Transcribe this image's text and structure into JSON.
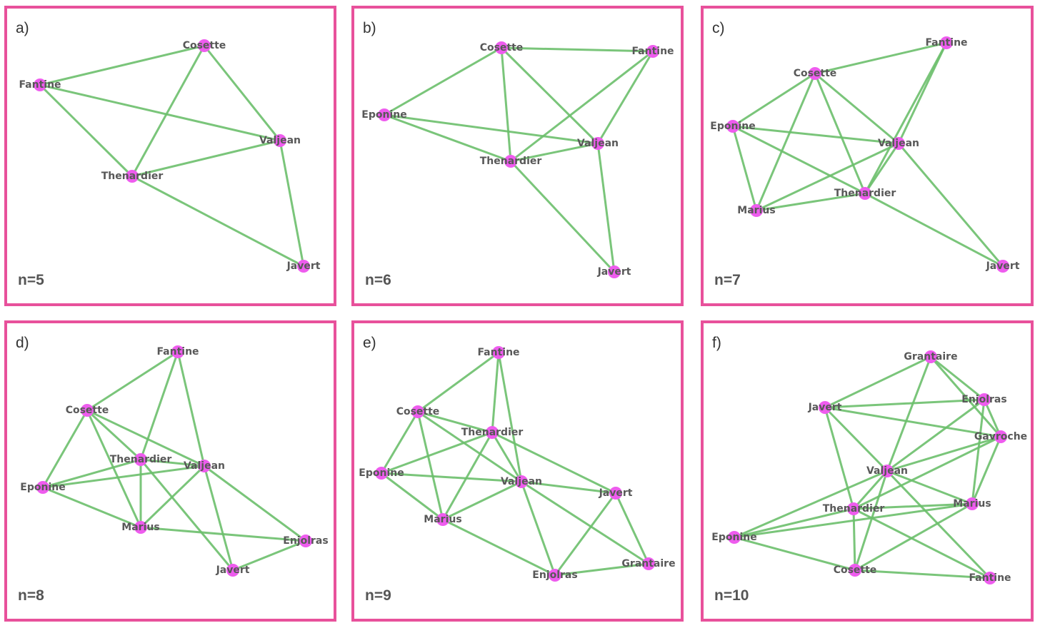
{
  "panels": [
    {
      "label": "a)",
      "count_label": "n=5",
      "nodes": [
        "Cosette",
        "Fantine",
        "Valjean",
        "Thenardier",
        "Javert"
      ],
      "edges": [
        [
          "Fantine",
          "Cosette"
        ],
        [
          "Fantine",
          "Valjean"
        ],
        [
          "Fantine",
          "Thenardier"
        ],
        [
          "Cosette",
          "Thenardier"
        ],
        [
          "Cosette",
          "Valjean"
        ],
        [
          "Thenardier",
          "Valjean"
        ],
        [
          "Thenardier",
          "Javert"
        ],
        [
          "Valjean",
          "Javert"
        ]
      ]
    },
    {
      "label": "b)",
      "count_label": "n=6",
      "nodes": [
        "Cosette",
        "Fantine",
        "Eponine",
        "Valjean",
        "Thenardier",
        "Javert"
      ],
      "edges": [
        [
          "Cosette",
          "Fantine"
        ],
        [
          "Cosette",
          "Eponine"
        ],
        [
          "Cosette",
          "Thenardier"
        ],
        [
          "Cosette",
          "Valjean"
        ],
        [
          "Fantine",
          "Thenardier"
        ],
        [
          "Fantine",
          "Valjean"
        ],
        [
          "Eponine",
          "Valjean"
        ],
        [
          "Eponine",
          "Thenardier"
        ],
        [
          "Thenardier",
          "Valjean"
        ],
        [
          "Thenardier",
          "Javert"
        ],
        [
          "Valjean",
          "Javert"
        ]
      ]
    },
    {
      "label": "c)",
      "count_label": "n=7",
      "nodes": [
        "Fantine",
        "Cosette",
        "Eponine",
        "Valjean",
        "Thenardier",
        "Marius",
        "Javert"
      ],
      "edges": [
        [
          "Cosette",
          "Fantine"
        ],
        [
          "Cosette",
          "Eponine"
        ],
        [
          "Cosette",
          "Valjean"
        ],
        [
          "Cosette",
          "Thenardier"
        ],
        [
          "Cosette",
          "Marius"
        ],
        [
          "Fantine",
          "Valjean"
        ],
        [
          "Fantine",
          "Thenardier"
        ],
        [
          "Eponine",
          "Valjean"
        ],
        [
          "Eponine",
          "Thenardier"
        ],
        [
          "Eponine",
          "Marius"
        ],
        [
          "Valjean",
          "Marius"
        ],
        [
          "Valjean",
          "Thenardier"
        ],
        [
          "Thenardier",
          "Marius"
        ],
        [
          "Thenardier",
          "Javert"
        ],
        [
          "Valjean",
          "Javert"
        ]
      ]
    },
    {
      "label": "d)",
      "count_label": "n=8",
      "nodes": [
        "Fantine",
        "Cosette",
        "Thenardier",
        "Valjean",
        "Eponine",
        "Marius",
        "Enjolras",
        "Javert"
      ],
      "edges": [
        [
          "Fantine",
          "Cosette"
        ],
        [
          "Fantine",
          "Thenardier"
        ],
        [
          "Fantine",
          "Valjean"
        ],
        [
          "Cosette",
          "Eponine"
        ],
        [
          "Cosette",
          "Thenardier"
        ],
        [
          "Cosette",
          "Valjean"
        ],
        [
          "Cosette",
          "Marius"
        ],
        [
          "Eponine",
          "Thenardier"
        ],
        [
          "Eponine",
          "Valjean"
        ],
        [
          "Eponine",
          "Marius"
        ],
        [
          "Thenardier",
          "Valjean"
        ],
        [
          "Thenardier",
          "Marius"
        ],
        [
          "Thenardier",
          "Javert"
        ],
        [
          "Valjean",
          "Marius"
        ],
        [
          "Valjean",
          "Enjolras"
        ],
        [
          "Valjean",
          "Javert"
        ],
        [
          "Marius",
          "Enjolras"
        ],
        [
          "Enjolras",
          "Javert"
        ]
      ]
    },
    {
      "label": "e)",
      "count_label": "n=9",
      "nodes": [
        "Fantine",
        "Cosette",
        "Thenardier",
        "Eponine",
        "Valjean",
        "Javert",
        "Marius",
        "Grantaire",
        "Enjolras"
      ],
      "edges": [
        [
          "Fantine",
          "Cosette"
        ],
        [
          "Fantine",
          "Thenardier"
        ],
        [
          "Fantine",
          "Valjean"
        ],
        [
          "Cosette",
          "Thenardier"
        ],
        [
          "Cosette",
          "Eponine"
        ],
        [
          "Cosette",
          "Valjean"
        ],
        [
          "Cosette",
          "Marius"
        ],
        [
          "Thenardier",
          "Eponine"
        ],
        [
          "Thenardier",
          "Valjean"
        ],
        [
          "Thenardier",
          "Marius"
        ],
        [
          "Thenardier",
          "Javert"
        ],
        [
          "Eponine",
          "Valjean"
        ],
        [
          "Eponine",
          "Marius"
        ],
        [
          "Valjean",
          "Marius"
        ],
        [
          "Valjean",
          "Javert"
        ],
        [
          "Valjean",
          "Enjolras"
        ],
        [
          "Valjean",
          "Grantaire"
        ],
        [
          "Marius",
          "Enjolras"
        ],
        [
          "Javert",
          "Enjolras"
        ],
        [
          "Javert",
          "Grantaire"
        ],
        [
          "Enjolras",
          "Grantaire"
        ]
      ]
    },
    {
      "label": "f)",
      "count_label": "n=10",
      "nodes": [
        "Grantaire",
        "Enjolras",
        "Javert",
        "Gavroche",
        "Valjean",
        "Marius",
        "Thenardier",
        "Eponine",
        "Cosette",
        "Fantine"
      ],
      "edges": [
        [
          "Grantaire",
          "Javert"
        ],
        [
          "Grantaire",
          "Enjolras"
        ],
        [
          "Grantaire",
          "Gavroche"
        ],
        [
          "Grantaire",
          "Valjean"
        ],
        [
          "Javert",
          "Enjolras"
        ],
        [
          "Javert",
          "Gavroche"
        ],
        [
          "Javert",
          "Valjean"
        ],
        [
          "Javert",
          "Thenardier"
        ],
        [
          "Enjolras",
          "Gavroche"
        ],
        [
          "Enjolras",
          "Marius"
        ],
        [
          "Enjolras",
          "Valjean"
        ],
        [
          "Gavroche",
          "Valjean"
        ],
        [
          "Gavroche",
          "Marius"
        ],
        [
          "Gavroche",
          "Thenardier"
        ],
        [
          "Valjean",
          "Thenardier"
        ],
        [
          "Valjean",
          "Marius"
        ],
        [
          "Valjean",
          "Eponine"
        ],
        [
          "Valjean",
          "Cosette"
        ],
        [
          "Valjean",
          "Fantine"
        ],
        [
          "Thenardier",
          "Marius"
        ],
        [
          "Thenardier",
          "Eponine"
        ],
        [
          "Thenardier",
          "Cosette"
        ],
        [
          "Thenardier",
          "Fantine"
        ],
        [
          "Marius",
          "Eponine"
        ],
        [
          "Marius",
          "Cosette"
        ],
        [
          "Eponine",
          "Cosette"
        ],
        [
          "Cosette",
          "Fantine"
        ]
      ]
    }
  ]
}
